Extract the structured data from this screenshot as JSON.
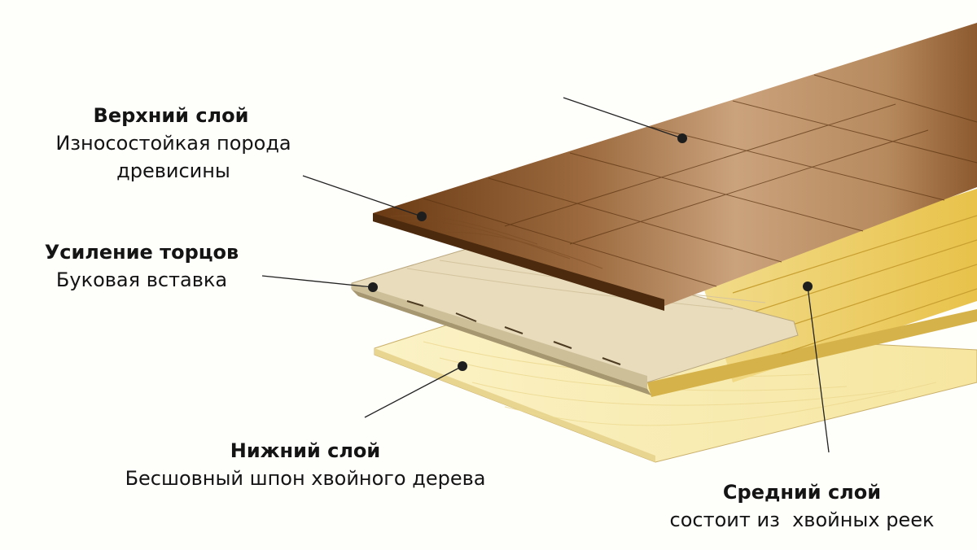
{
  "labels": {
    "top_layer": {
      "title": "Верхний слой",
      "description": "Износостойкая порода древисины"
    },
    "edge_reinforcement": {
      "title": "Усиление торцов",
      "description": "Буковая вставка"
    },
    "bottom_layer": {
      "title": "Нижний слой",
      "description": "Бесшовный шпон хвойного дерева"
    },
    "middle_layer": {
      "title": "Средний слой",
      "description": "состоит из  хвойных реек"
    }
  },
  "colors": {
    "background": "#fefefa",
    "top_layer_dark": "#6e3f17",
    "top_layer_light": "#d9b591",
    "middle_layer": "#e9c95a",
    "edge_insert": "#e6dcbc",
    "bottom_layer": "#faf0bc",
    "leader_line": "#222222"
  }
}
